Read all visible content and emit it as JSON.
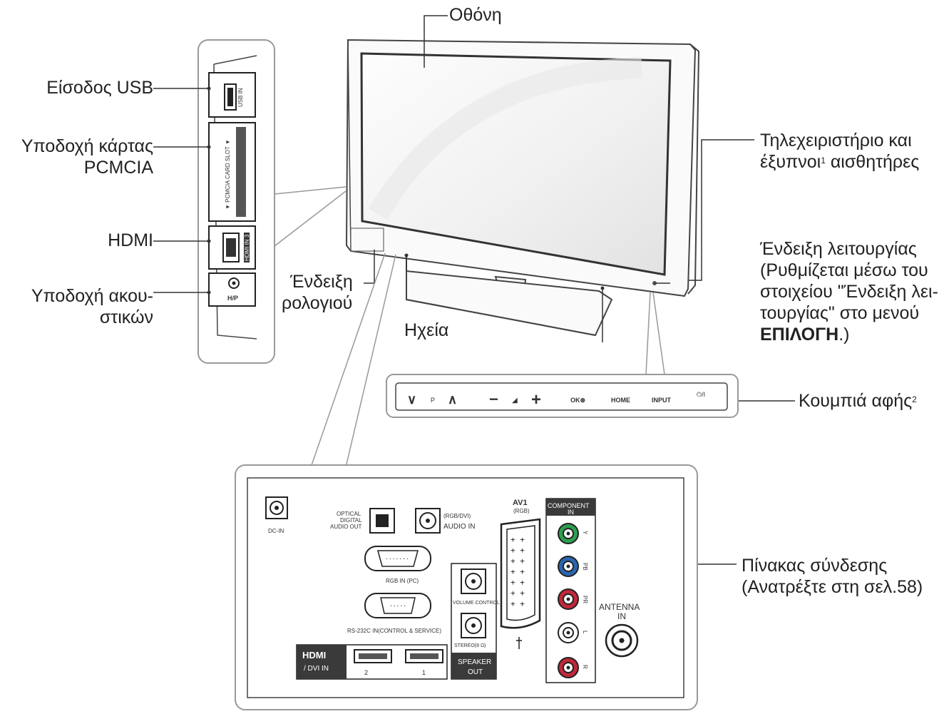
{
  "labels": {
    "screen": "Οθόνη",
    "usb": "Είσοδος USB",
    "pcmcia_1": "Υποδοχή κάρτας",
    "pcmcia_2": "PCMCIA",
    "hdmi": "HDMI",
    "headphone_1": "Υποδοχή ακου-",
    "headphone_2": "στικών",
    "clock_1": "Ένδειξη",
    "clock_2": "ρολογιού",
    "speakers": "Ηχεία",
    "remote_1": "Τηλεχειριστήριο και",
    "remote_2a": "έξυπνοι",
    "remote_sup": "1",
    "remote_2b": " αισθητήρες",
    "power_1": "Ένδειξη λειτουργίας",
    "power_2": "(Ρυθμίζεται μέσω του",
    "power_3": "στοιχείου \"Ένδειξη λει-",
    "power_4": "τουργίας\" στο μενού",
    "power_5_bold": "ΕΠΙΛΟΓΗ",
    "power_5_end": ".)",
    "touch": "Κουμπιά αφής",
    "touch_sup": "2",
    "panel_1": "Πίνακας σύνδεσης",
    "panel_2": "(Ανατρέξτε στη σελ.58)"
  },
  "side_panel": {
    "usb_in": "USB IN",
    "pcmcia_slot": "▼ PCMCIA CARD SLOT ▼",
    "hdmi_in": "HDMI IN 3",
    "hp": "H/P"
  },
  "touch_buttons": {
    "down": "∨",
    "p": "P",
    "up": "∧",
    "minus": "−",
    "vol": "◢",
    "plus": "+",
    "ok": "OK⊛",
    "home": "HOME",
    "input": "INPUT",
    "power": "⏻/I"
  },
  "rear_panel": {
    "dc_in": "DC-IN",
    "optical_1": "OPTICAL",
    "optical_2": "DIGITAL",
    "optical_3": "AUDIO OUT",
    "rgb_audio_1": "(RGB/DVI)",
    "rgb_audio_2": "AUDIO IN",
    "rgb_in": "RGB IN (PC)",
    "rs232": "RS-232C IN(CONTROL & SERVICE)",
    "hdmi_1": "HDMI",
    "hdmi_2": "/ DVI IN",
    "hdmi_port_2": "2",
    "hdmi_port_1": "1",
    "volume_control": "VOLUME CONTROL",
    "stereo": "STEREO(8 Ω)",
    "speaker_out_1": "SPEAKER",
    "speaker_out_2": "OUT",
    "av1_1": "AV1",
    "av1_2": "(RGB)",
    "component_1": "COMPONENT",
    "component_2": "IN",
    "comp_y": "Y",
    "comp_pb": "PB",
    "comp_pr": "PR",
    "comp_l": "L",
    "comp_r": "R",
    "antenna_1": "ANTENNA",
    "antenna_2": "IN"
  },
  "colors": {
    "line": "#333333",
    "frame": "#777777",
    "green": "#2e9e4f",
    "blue": "#2a66b0",
    "red": "#c0283a",
    "dark_badge": "#3a3a3a"
  }
}
